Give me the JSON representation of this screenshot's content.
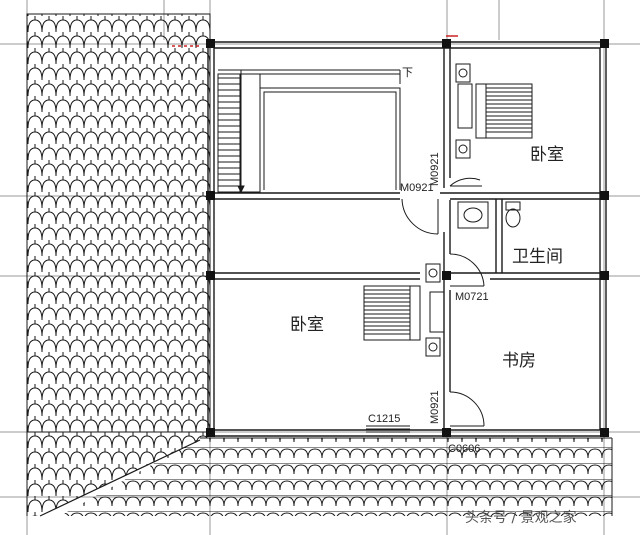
{
  "rooms": {
    "bedroom_top_right": "卧室",
    "bathroom": "卫生间",
    "bedroom_main": "卧室",
    "study": "书房"
  },
  "stair_label": "下",
  "door_tags": {
    "m0921_vertical_top": "M0921",
    "m0921_horizontal": "M0921",
    "m0721": "M0721",
    "m0921_vertical_bottom": "M0921"
  },
  "window_tags": {
    "c1215": "C1215",
    "c0606": "C0606"
  },
  "watermark": "头条号 / 景观之家",
  "colors": {
    "line": "#1a1a1a",
    "grid": "#9a9a9a",
    "column": "#111111",
    "red_mark": "#cc2222"
  }
}
